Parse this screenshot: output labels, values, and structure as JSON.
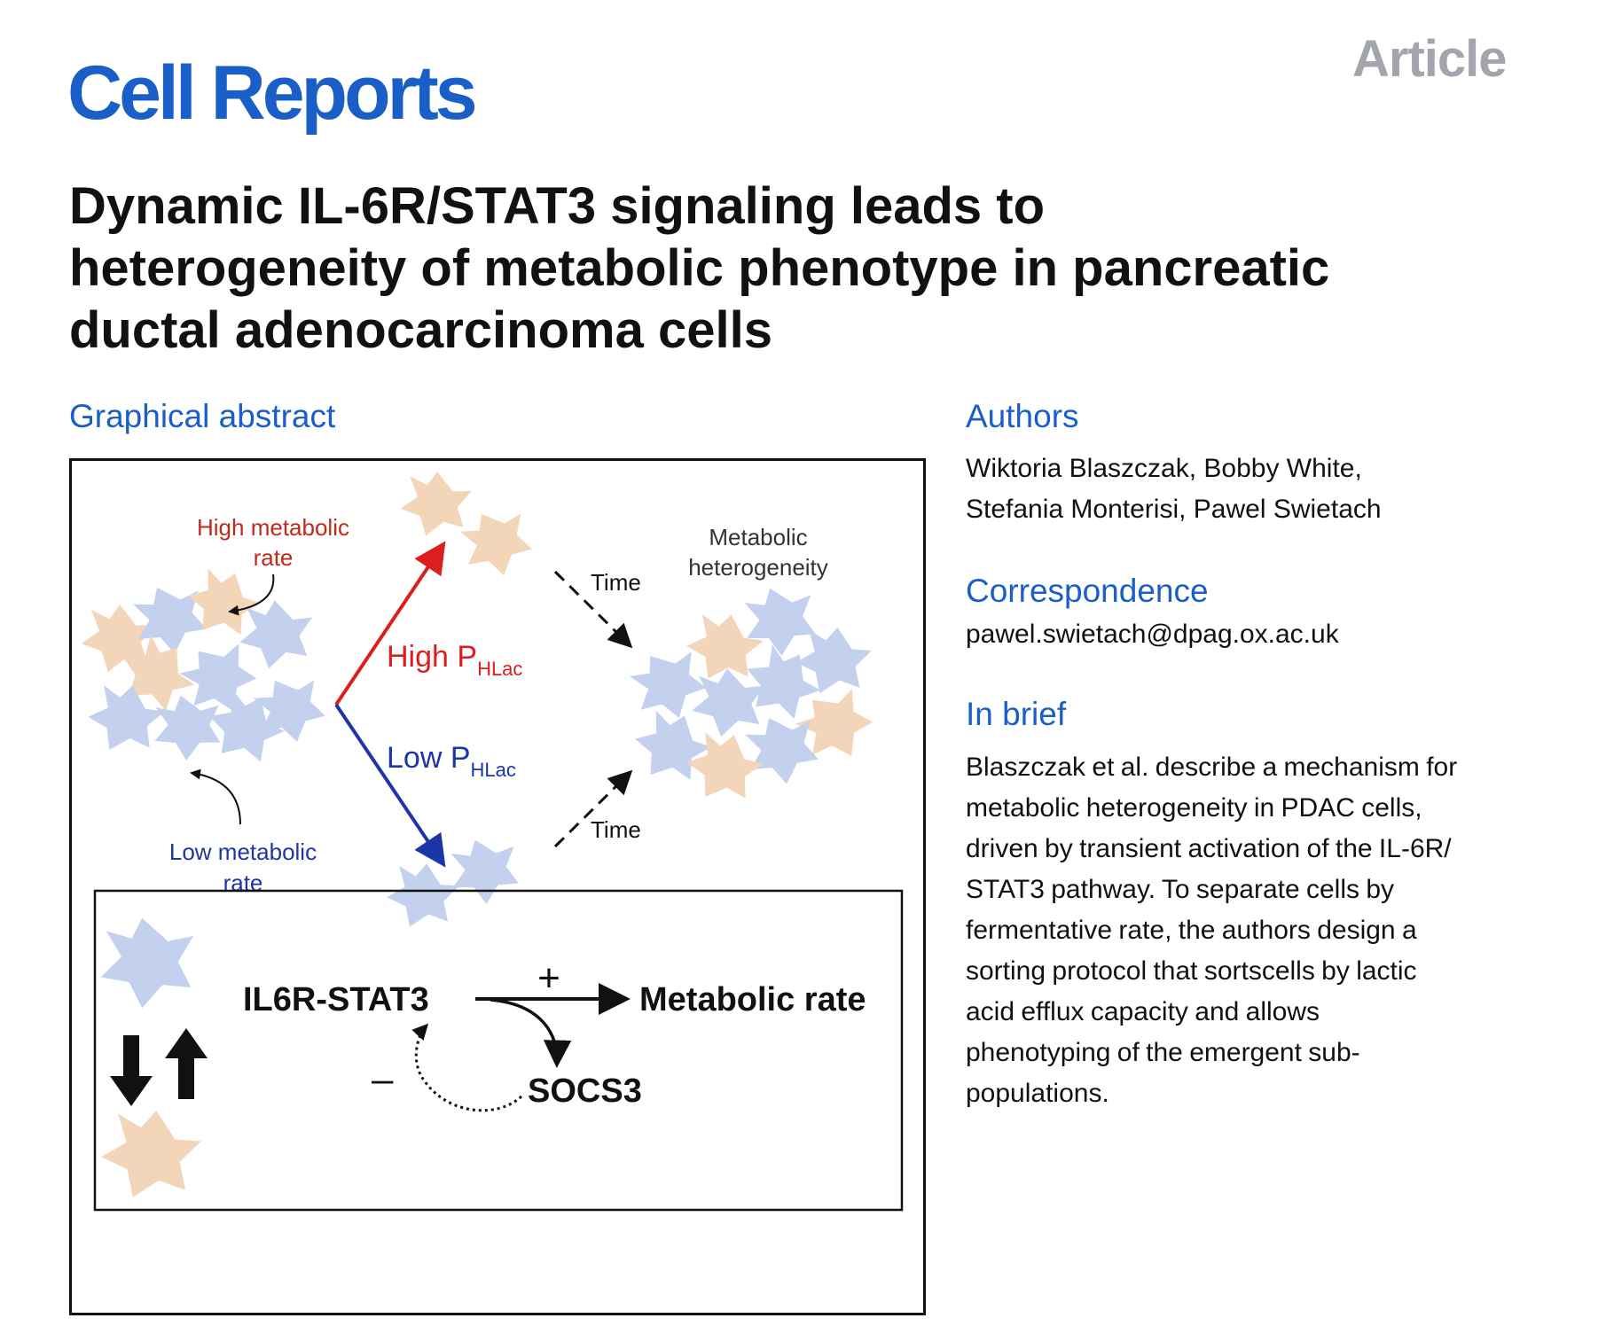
{
  "header": {
    "journal": "Cell Reports",
    "article_type": "Article"
  },
  "title_lines": [
    "Dynamic IL-6R/STAT3 signaling leads to",
    "heterogeneity of metabolic phenotype in pancreatic",
    "ductal adenocarcinoma cells"
  ],
  "graphical_abstract": {
    "heading": "Graphical abstract",
    "high_label_lines": [
      "High metabolic",
      "rate"
    ],
    "low_label_lines": [
      "Low metabolic",
      "rate"
    ],
    "high_perm": {
      "main": "High P",
      "sub": "HLac"
    },
    "low_perm": {
      "main": "Low P",
      "sub": "HLac"
    },
    "time_label": "Time",
    "outcome_lines": [
      "Metabolic",
      "heterogeneity"
    ],
    "pathway": {
      "node_stat": "IL6R-STAT3",
      "node_rate": "Metabolic rate",
      "node_socs": "SOCS3",
      "plus": "+",
      "minus": "–"
    },
    "colors": {
      "blue_cell": "#c3d0ee",
      "orange_cell": "#f3d5ba",
      "high_arrow": "#dc1e1e",
      "low_arrow": "#1c35a8",
      "high_text": "#c02a1a",
      "low_text": "#1c35a8"
    }
  },
  "authors": {
    "heading": "Authors",
    "lines": [
      "Wiktoria Blaszczak, Bobby White,",
      "Stefania Monterisi, Pawel Swietach"
    ]
  },
  "correspondence": {
    "heading": "Correspondence",
    "email": "pawel.swietach@dpag.ox.ac.uk"
  },
  "in_brief": {
    "heading": "In brief",
    "lines": [
      "Blaszczak et al. describe a mechanism for",
      "metabolic heterogeneity in PDAC cells,",
      "driven by transient activation of the IL-6R/",
      "STAT3 pathway. To separate cells by",
      "fermentative rate, the authors design a",
      "sorting protocol that sortscells by lactic",
      "acid efflux capacity and allows",
      "phenotyping of the emergent sub-",
      "populations."
    ]
  }
}
